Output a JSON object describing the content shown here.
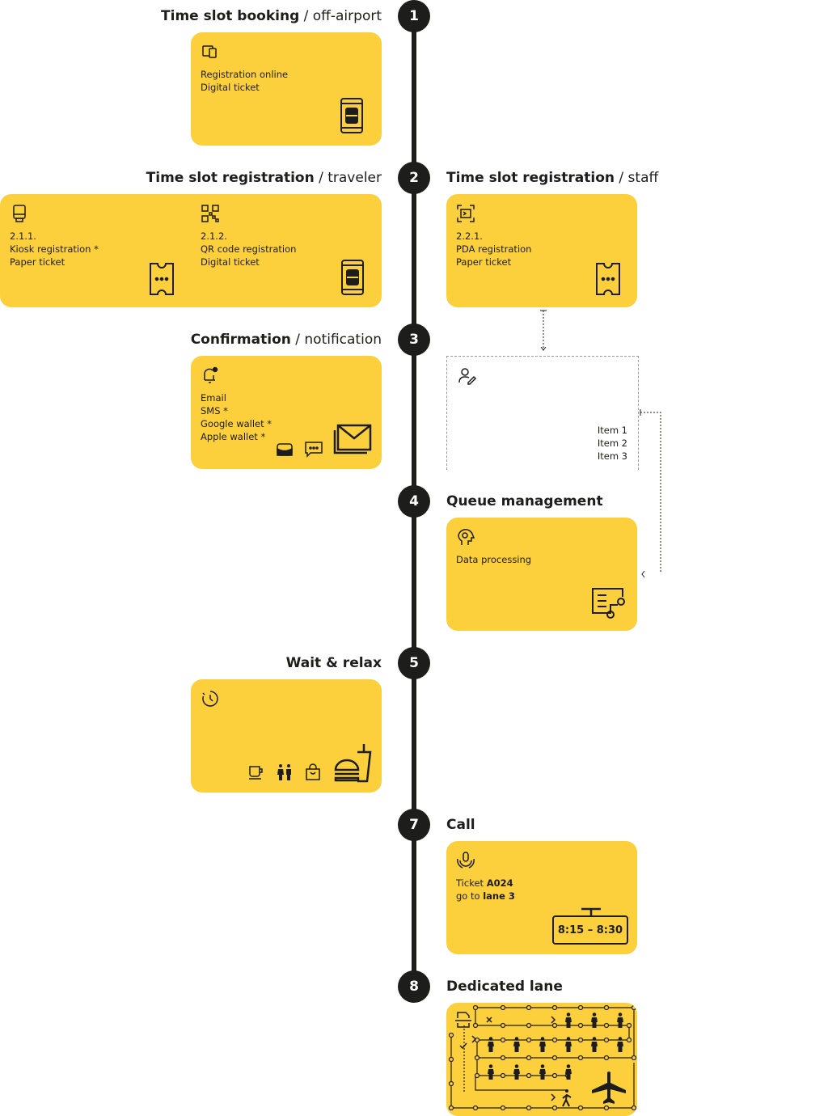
{
  "steps": [
    {
      "num": "1",
      "title": "Time slot booking",
      "sub": "/ off-airport"
    },
    {
      "num": "2",
      "title": "Time slot registration",
      "sub": "/ traveler"
    },
    {
      "num": "3",
      "title": "Confirmation",
      "sub": "/ notification"
    },
    {
      "num": "4",
      "title": "Queue management"
    },
    {
      "num": "5",
      "title": "Wait & relax"
    },
    {
      "num": "7",
      "title": "Call"
    },
    {
      "num": "8",
      "title": "Dedicated lane"
    }
  ],
  "staff_heading": {
    "title": "Time slot registration",
    "sub": "/ staff"
  },
  "booking_card": {
    "lines": [
      "Registration online",
      "Digital ticket"
    ]
  },
  "kiosk": {
    "lines": [
      "2.1.1.",
      "Kiosk registration *",
      "Paper ticket"
    ]
  },
  "qr": {
    "lines": [
      "2.1.2.",
      "QR code registration",
      "Digital ticket"
    ]
  },
  "pda": {
    "lines": [
      "2.2.1.",
      "PDA registration",
      "Paper ticket"
    ]
  },
  "confirmation_card": {
    "lines": [
      "Email",
      "SMS *",
      "Google wallet *",
      "Apple wallet *"
    ]
  },
  "staff_items": [
    "Item 1",
    "Item 2",
    "Item 3"
  ],
  "queue_card": {
    "text": "Data processing"
  },
  "call_card": {
    "line1_prefix": "Ticket",
    "ticket": "A024",
    "line2_prefix": "go to",
    "lane": "lane 3",
    "board": "8:15 – 8:30"
  },
  "icons": [
    "devices-icon",
    "phone-ticket-icon",
    "kiosk-icon",
    "qr-icon",
    "paper-ticket-icon",
    "scanner-icon",
    "bell-icon",
    "wallet-icon",
    "chat-icon",
    "mail-icon",
    "user-edit-icon",
    "head-gear-icon",
    "data-icon",
    "clock-icon",
    "coffee-icon",
    "restroom-icon",
    "shopping-icon",
    "food-icon",
    "microphone-icon",
    "airplane-icon",
    "person-icon",
    "walking-icon"
  ],
  "colors": {
    "accent": "#fccf3c",
    "dark": "#1d1d1b"
  }
}
